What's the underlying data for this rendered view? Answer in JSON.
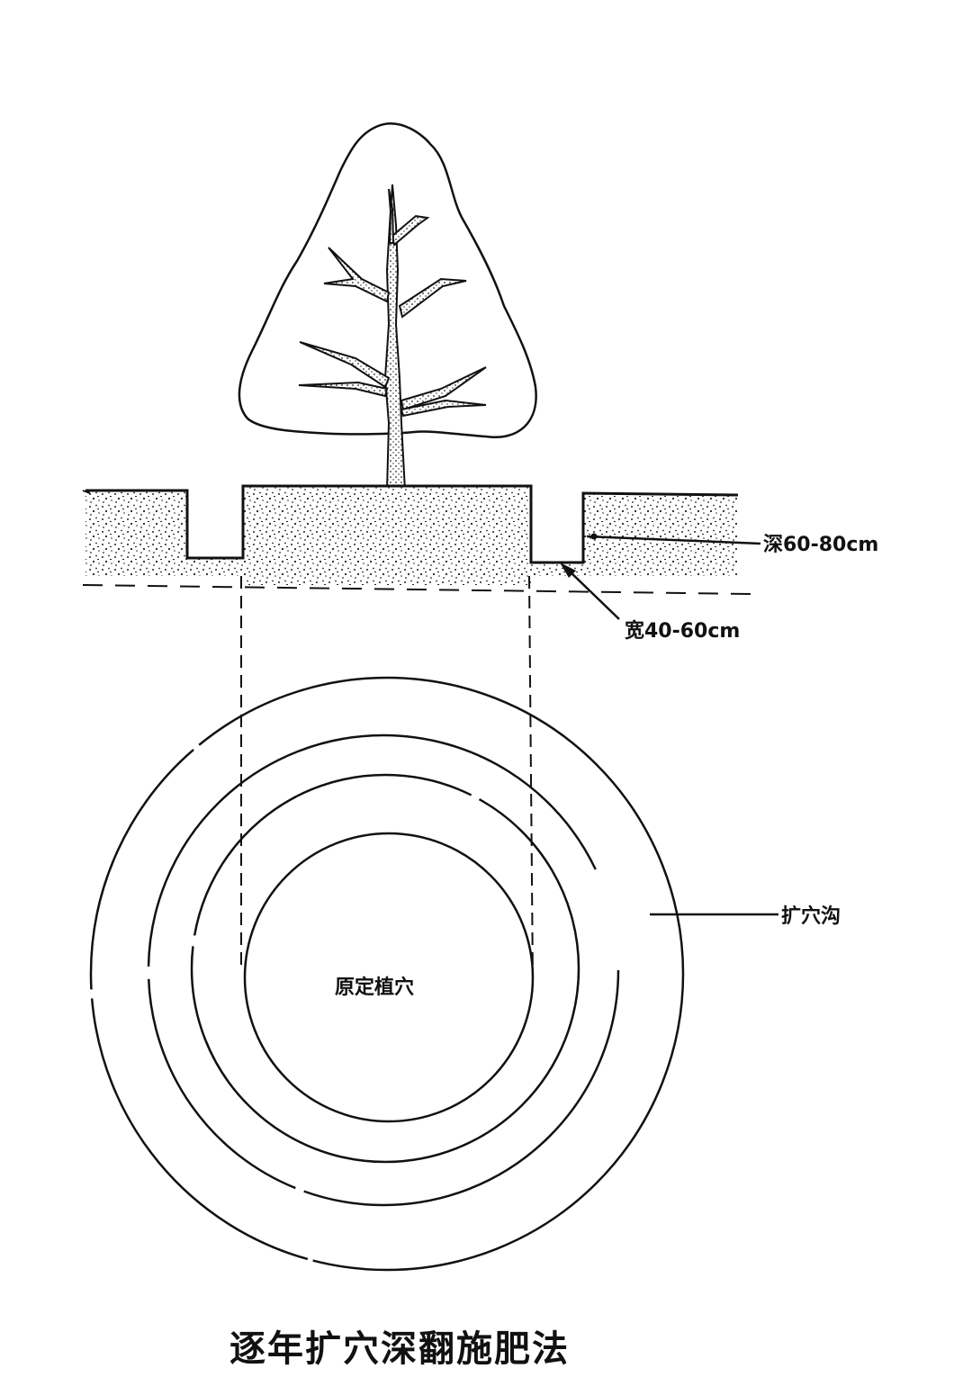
{
  "labels": {
    "depth": "深60-80cm",
    "width": "宽40-60cm",
    "trench": "扩穴沟",
    "original_hole": "原定植穴",
    "title": "逐年扩穴深翻施肥法"
  },
  "colors": {
    "ink": "#111111",
    "background": "#ffffff"
  }
}
